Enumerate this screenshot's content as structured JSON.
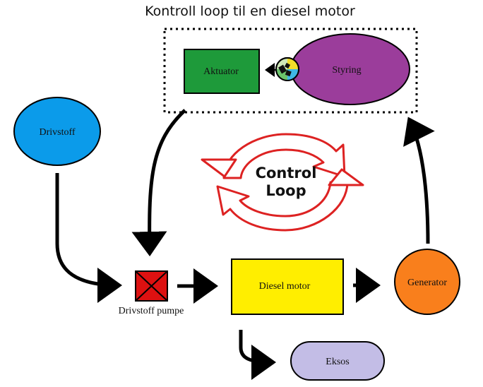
{
  "title": "Kontroll loop til en diesel motor",
  "nodes": {
    "aktuator": "Aktuator",
    "styring": "Styring",
    "drivstoff": "Drivstoff",
    "pump": "Drivstoff pumpe",
    "diesel": "Diesel motor",
    "generator": "Generator",
    "eksos": "Eksos"
  },
  "loop_label": {
    "line1": "Control",
    "line2": "Loop"
  },
  "colors": {
    "aktuator": "#1e9a3a",
    "styring": "#9b3d9b",
    "drivstoff": "#0b9bea",
    "pump": "#dd1111",
    "diesel": "#ffee00",
    "generator": "#f97f1c",
    "eksos": "#c3bde6",
    "loop": "#dd2222"
  },
  "icons": {
    "sensor": "sensor-icon",
    "pump": "pump-x-icon"
  }
}
